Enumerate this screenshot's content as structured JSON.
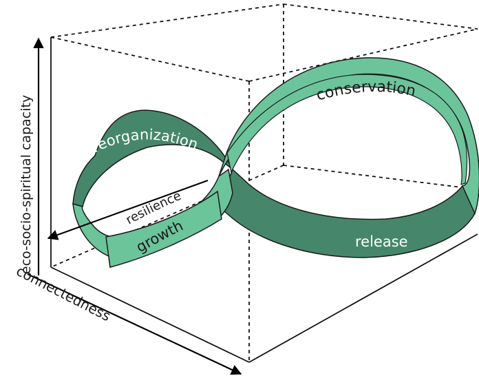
{
  "axes": {
    "y_label": "eco-socio-spiritual capacity",
    "x_label": "connectedness",
    "z_label": "resilience"
  },
  "phases": {
    "reorganization": "reorganization",
    "conservation": "conservation",
    "release": "release",
    "growth": "growth"
  },
  "colors": {
    "light_band": "#6cc49b",
    "dark_band": "#46876b",
    "outline": "#1a1a1a",
    "text_dark": "#1a1a1a",
    "text_light": "#ffffff"
  }
}
